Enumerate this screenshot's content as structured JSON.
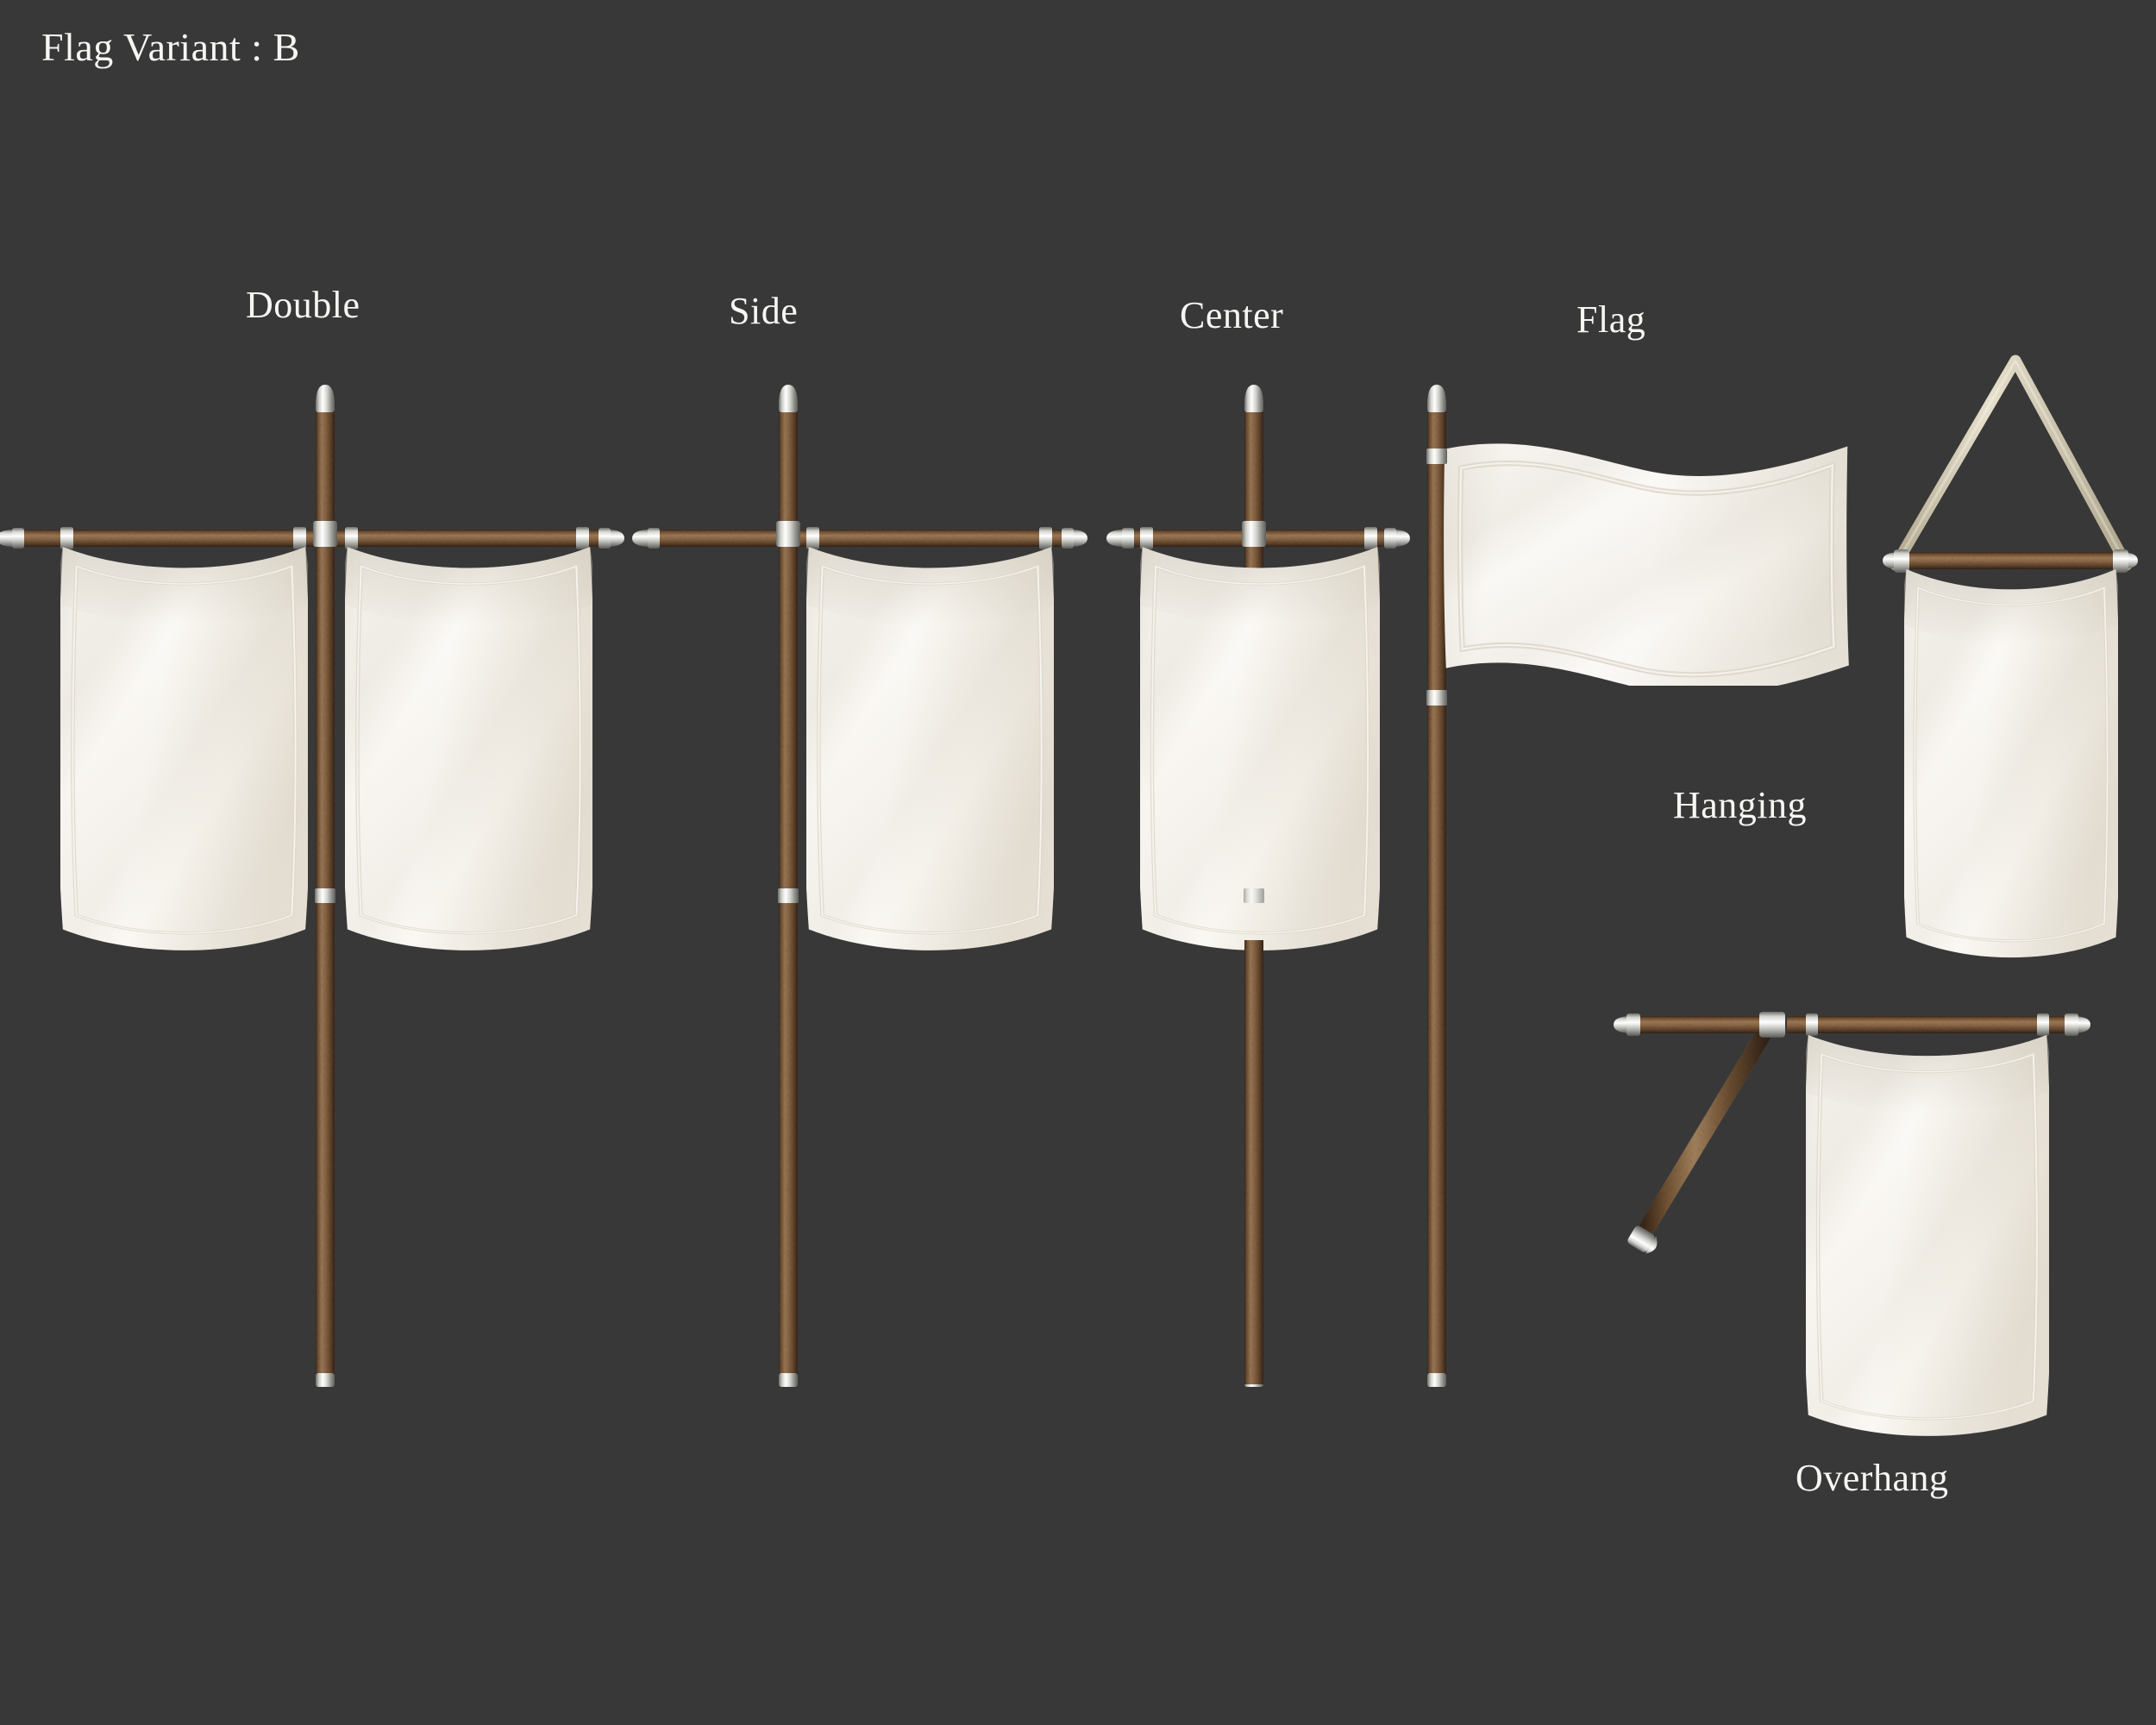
{
  "title": "Flag Variant : B",
  "background_color": "#383838",
  "text_color": "#f7f6f3",
  "palette": {
    "pole_wood_light": "#9a7352",
    "pole_wood_mid": "#7a5738",
    "pole_wood_dark": "#4e3624",
    "metal_light": "#f2f2f0",
    "metal_mid": "#b9b9b5",
    "metal_dark": "#7d7d79",
    "cloth_white": "#f6f3ee",
    "cloth_shade": "#e4dfd6",
    "cloth_seam": "#ddd7cb",
    "rope": "#ded6c3"
  },
  "labels": {
    "double": "Double",
    "side": "Side",
    "center": "Center",
    "flag": "Flag",
    "hanging": "Hanging",
    "overhang": "Overhang"
  },
  "variants": [
    {
      "id": "double",
      "label": "Double",
      "description": "Vertical pole with horizontal crossbar carrying two hanging banners, one on each side",
      "banner_count": 2,
      "has_vertical_pole": true,
      "has_cross_pole": true,
      "has_rope": false,
      "has_brace": false
    },
    {
      "id": "side",
      "label": "Side",
      "description": "Vertical pole with crossbar carrying a single banner on the right side",
      "banner_count": 1,
      "has_vertical_pole": true,
      "has_cross_pole": true,
      "has_rope": false,
      "has_brace": false
    },
    {
      "id": "center",
      "label": "Center",
      "description": "Vertical pole with crossbar carrying a single banner centered on the pole",
      "banner_count": 1,
      "has_vertical_pole": true,
      "has_cross_pole": true,
      "has_rope": false,
      "has_brace": false
    },
    {
      "id": "flag",
      "label": "Flag",
      "description": "Vertical pole with a waving rectangular flag attached along its left edge",
      "banner_count": 1,
      "has_vertical_pole": true,
      "has_cross_pole": false,
      "has_rope": false,
      "has_brace": false
    },
    {
      "id": "hanging",
      "label": "Hanging",
      "description": "Short horizontal pole suspended by a triangular rope, banner hanging below",
      "banner_count": 1,
      "has_vertical_pole": false,
      "has_cross_pole": true,
      "has_rope": true,
      "has_brace": false
    },
    {
      "id": "overhang",
      "label": "Overhang",
      "description": "Horizontal pole with a diagonal support brace, banner hanging below the right part",
      "banner_count": 1,
      "has_vertical_pole": false,
      "has_cross_pole": true,
      "has_rope": false,
      "has_brace": true
    }
  ]
}
